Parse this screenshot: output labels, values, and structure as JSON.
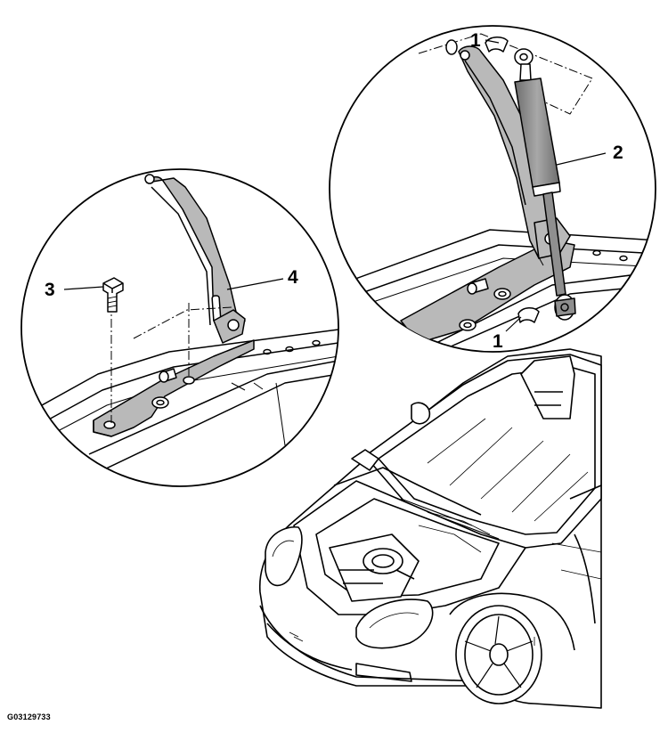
{
  "callouts": {
    "part_1_upper": "1",
    "part_1_lower": "1",
    "part_2": "2",
    "part_3": "3",
    "part_4": "4"
  },
  "figure_id": "G03129733",
  "colors": {
    "line": "#000000",
    "part_fill": "#b9b9b9",
    "strut_fill": "#8f8f8f",
    "background": "#ffffff"
  }
}
